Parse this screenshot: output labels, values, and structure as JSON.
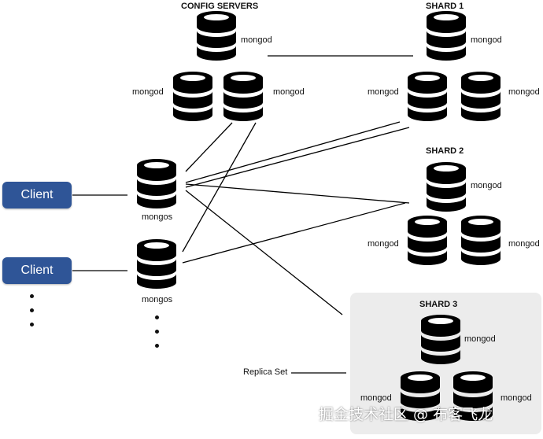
{
  "groups": {
    "config_servers": "CONFIG SERVERS",
    "shard1": "SHARD 1",
    "shard2": "SHARD 2",
    "shard3": "SHARD 3"
  },
  "node_labels": {
    "mongod": "mongod",
    "mongos": "mongos"
  },
  "clients": [
    "Client",
    "Client"
  ],
  "replica_set_label": "Replica Set",
  "watermark": "掘金技术社区 @ 布客飞龙",
  "colors": {
    "client_fill": "#2f5597",
    "database_icon": "#000000",
    "shard3_background": "#ececec",
    "connector_lines": "#000000"
  }
}
